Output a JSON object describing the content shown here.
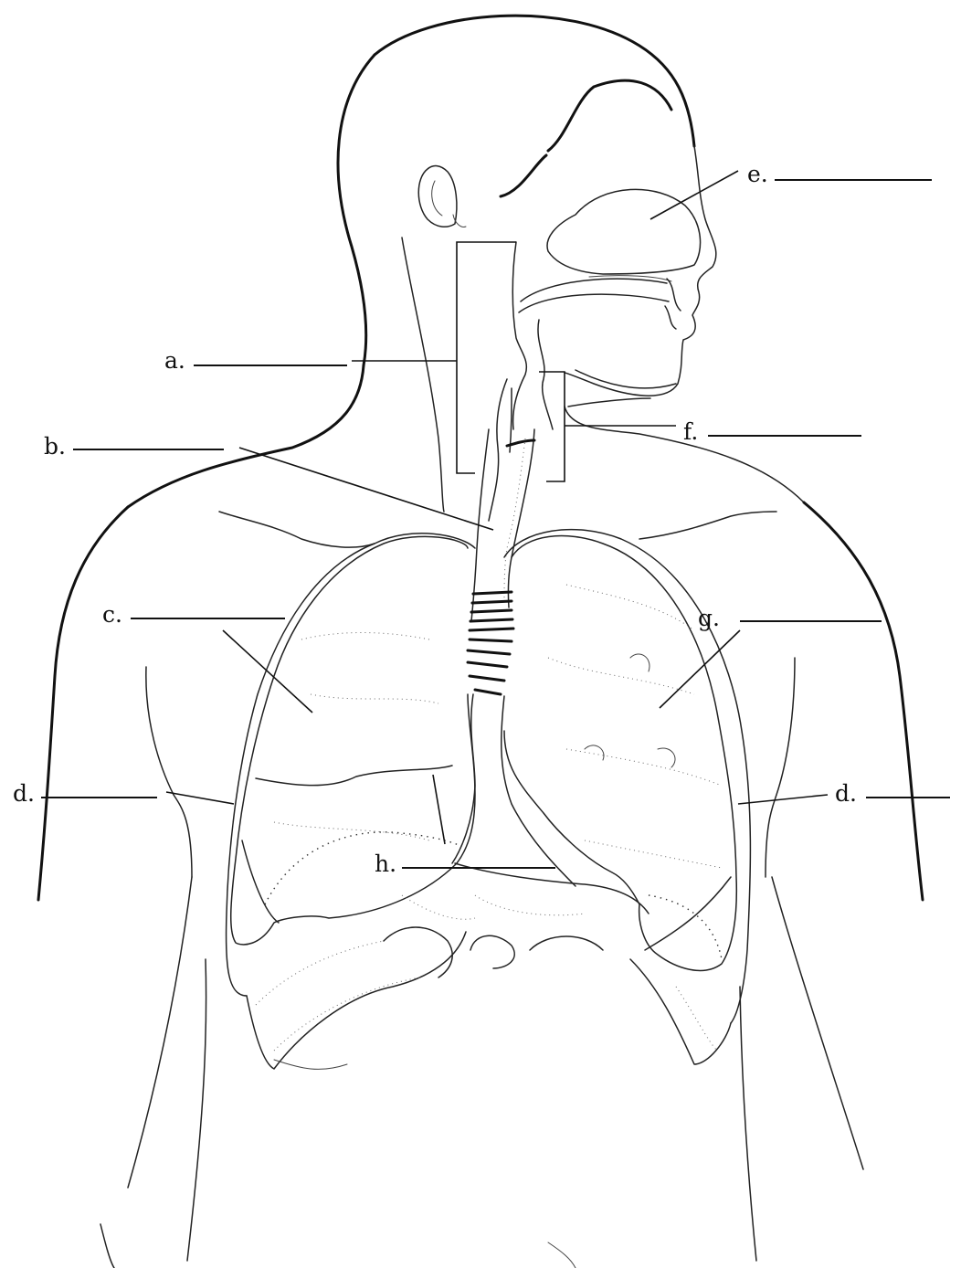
{
  "labels": {
    "a": "a.",
    "b": "b.",
    "c": "c.",
    "d_left": "d.",
    "d_right": "d.",
    "e": "e.",
    "f": "f.",
    "g": "g.",
    "h": "h."
  },
  "colors": {
    "ink": "#111111",
    "background": "#ffffff"
  }
}
